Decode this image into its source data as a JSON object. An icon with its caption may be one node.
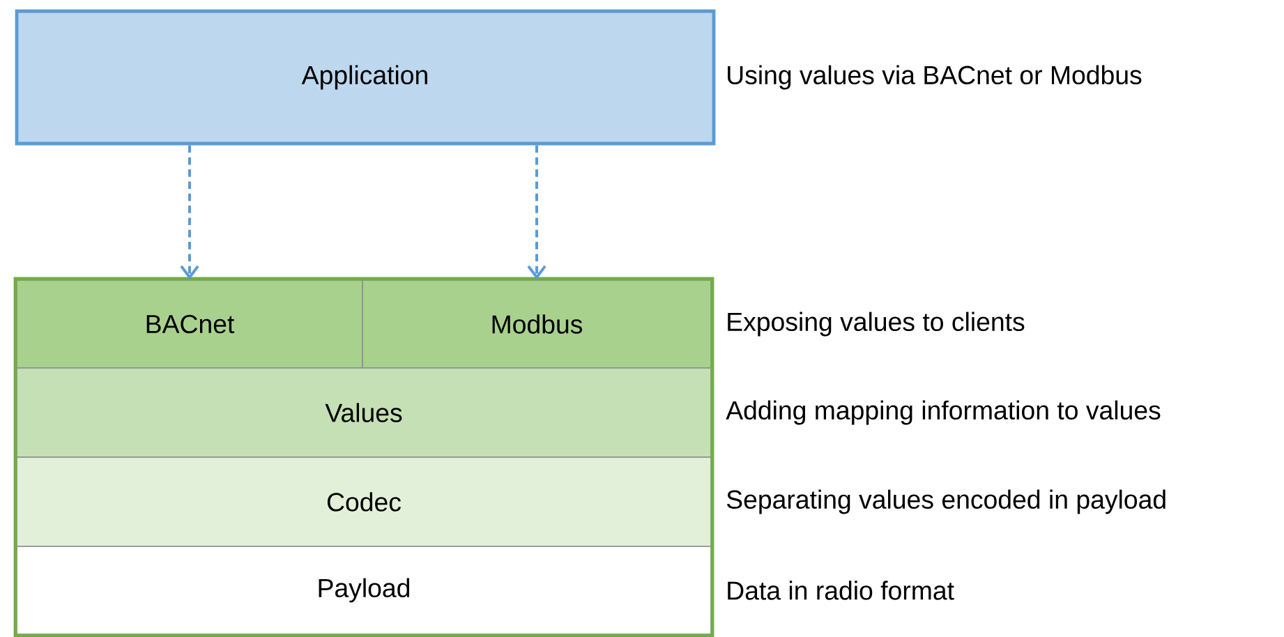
{
  "diagram": {
    "nodes": [
      {
        "text": [
          "Application"
        ],
        "beside": [
          "Using values via BACnet or Modbus"
        ]
      },
      {
        "text": [
          "BACnet"
        ]
      },
      {
        "text": [
          "Modbus"
        ],
        "beside": [
          "Exposing values to clients"
        ]
      },
      {
        "text": [
          "Values"
        ],
        "beside": [
          "Adding mapping information to values"
        ]
      },
      {
        "text": [
          "Codec"
        ],
        "beside": [
          "Separating values encoded in payload"
        ]
      },
      {
        "text": [
          "Payload"
        ],
        "beside": [
          "Data in radio format"
        ]
      }
    ],
    "edges": [
      {
        "from": 0,
        "to": 1,
        "arrow": "to",
        "style": "dashed"
      },
      {
        "from": 0,
        "to": 2,
        "arrow": "to",
        "style": "dashed"
      }
    ]
  }
}
